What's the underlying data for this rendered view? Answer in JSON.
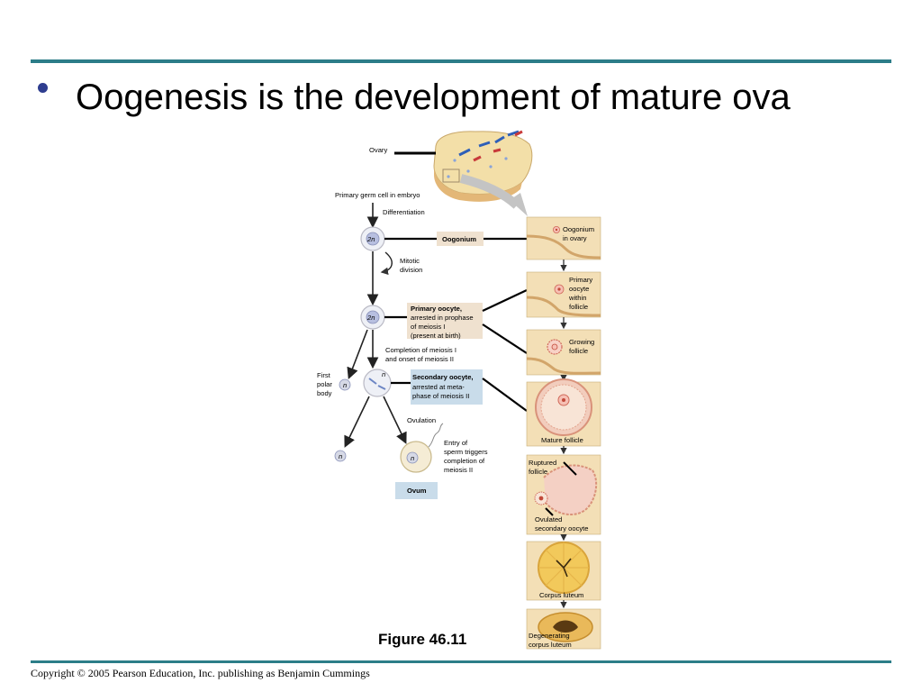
{
  "slide": {
    "bullet": "Oogenesis is the development of mature ova",
    "figure_caption": "Figure 46.11",
    "copyright": "Copyright © 2005 Pearson Education, Inc. publishing as Benjamin Cummings"
  },
  "diagram": {
    "ovary_label": "Ovary",
    "primary_germ_cell": "Primary germ cell in embryo",
    "differentiation": "Differentiation",
    "cell_2n": "2n",
    "cell_n": "n",
    "oogonium_box": "Oogonium",
    "mitotic_line1": "Mitotic",
    "mitotic_line2": "division",
    "primary_oocyte_title": "Primary oocyte,",
    "primary_oocyte_l2": "arrested in prophase",
    "primary_oocyte_l3": "of meiosis I",
    "primary_oocyte_l4": "(present at birth)",
    "completion_l1": "Completion of meiosis I",
    "completion_l2": "and onset of meiosis II",
    "first_polar_l1": "First",
    "first_polar_l2": "polar",
    "first_polar_l3": "body",
    "secondary_oocyte_title": "Secondary oocyte,",
    "secondary_oocyte_l2": "arrested at meta-",
    "secondary_oocyte_l3": "phase of meiosis II",
    "ovulation": "Ovulation",
    "sperm_l1": "Entry of",
    "sperm_l2": "sperm triggers",
    "sperm_l3": "completion of",
    "sperm_l4": "meiosis II",
    "ovum_box": "Ovum",
    "panels": {
      "oogonium_l1": "Oogonium",
      "oogonium_l2": "in ovary",
      "primary_l1": "Primary",
      "primary_l2": "oocyte",
      "primary_l3": "within",
      "primary_l4": "follicle",
      "growing_l1": "Growing",
      "growing_l2": "follicle",
      "mature": "Mature follicle",
      "ruptured_l1": "Ruptured",
      "ruptured_l2": "follicle",
      "ovulated_l1": "Ovulated",
      "ovulated_l2": "secondary oocyte",
      "corpus_luteum": "Corpus luteum",
      "degenerating_l1": "Degenerating",
      "degenerating_l2": "corpus luteum"
    }
  },
  "colors": {
    "rule": "#2c7d88",
    "bullet": "#2e3d8f",
    "panel_bg": "#f3dfb6",
    "cell_fill": "#eef0f6",
    "oogonium_box": "#efe1cf",
    "secondary_box": "#c9dcea",
    "ovum_box": "#c9dcea",
    "corpus_luteum": "#f2c95b"
  }
}
